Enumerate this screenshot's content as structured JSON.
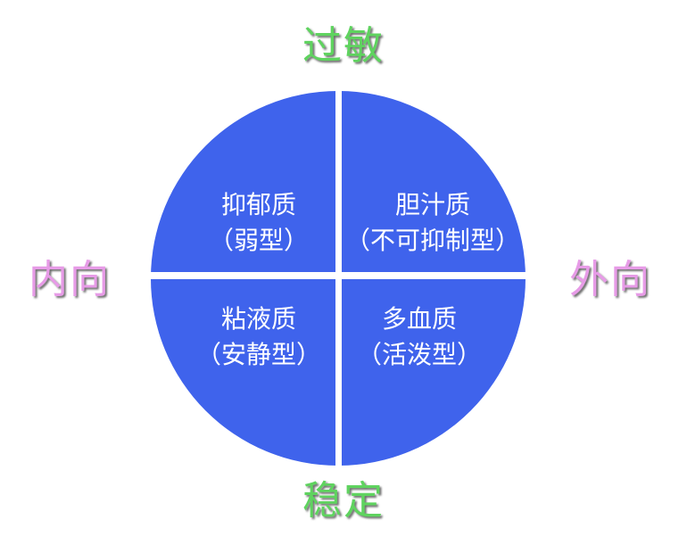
{
  "axes": {
    "top": "过敏",
    "bottom": "稳定",
    "left": "内向",
    "right": "外向"
  },
  "quadrants": {
    "top_left": {
      "name": "抑郁质",
      "type": "（弱型）"
    },
    "top_right": {
      "name": "胆汁质",
      "type": "（不可抑制型）"
    },
    "bottom_left": {
      "name": "粘液质",
      "type": "（安静型）"
    },
    "bottom_right": {
      "name": "多血质",
      "type": "（活泼型）"
    }
  },
  "colors": {
    "circle_fill": "#3f63ec",
    "divider": "#ffffff",
    "axis_vertical": "#5fd35f",
    "axis_horizontal": "#e79be7",
    "quadrant_text": "#ffffff"
  }
}
